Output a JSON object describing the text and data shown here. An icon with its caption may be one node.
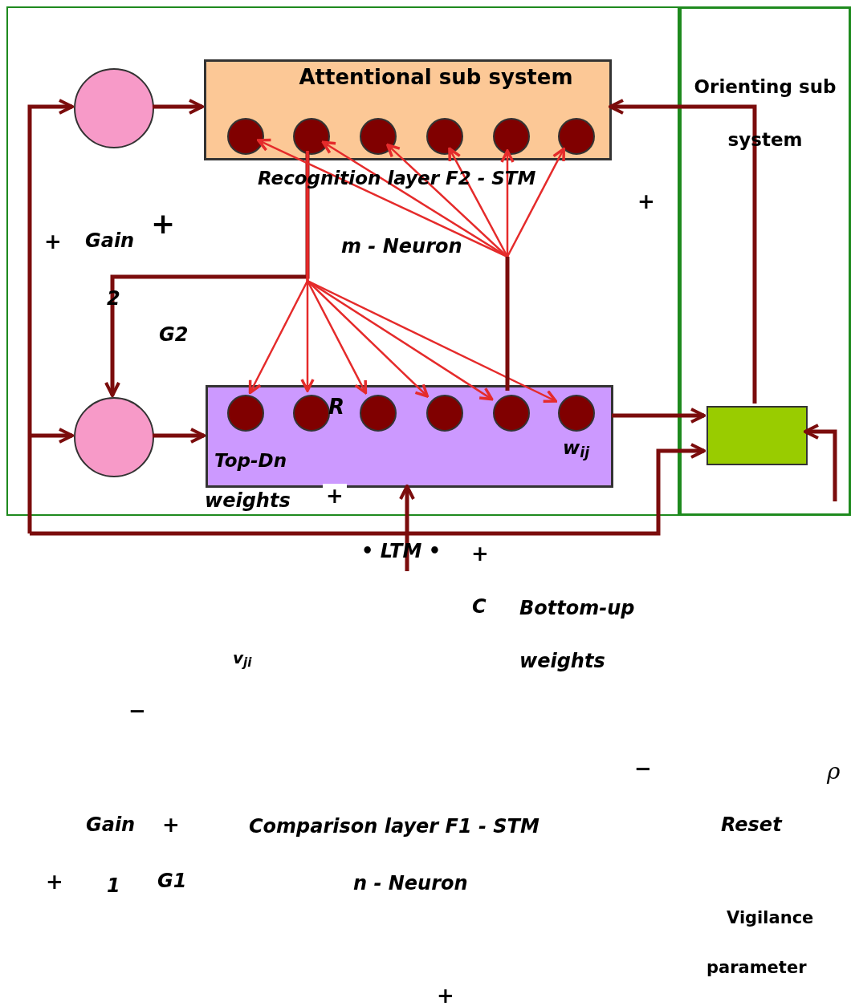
{
  "diagram": {
    "nodes": [
      {
        "text": [],
        "shape": "box"
      },
      {
        "text": [],
        "shape": "circle",
        "in": 0
      },
      {
        "text": [
          "Attentional sub system",
          "Recognition layer F2 - STM"
        ],
        "in": 0
      },
      {
        "text": [],
        "shape": "circle",
        "in": 2
      },
      {
        "text": [],
        "shape": "circle",
        "in": 2
      },
      {
        "text": [],
        "shape": "circle",
        "in": 2
      },
      {
        "text": [],
        "shape": "circle",
        "in": 2
      },
      {
        "text": [],
        "shape": "circle",
        "in": 2
      },
      {
        "text": [],
        "shape": "circle",
        "in": 2
      },
      {
        "text": [
          "Orienting sub system"
        ]
      },
      {
        "text": [],
        "shape": "circle",
        "in": 0
      },
      {
        "text": [
          "Top-Dn",
          "R",
          "w$_{ij}$"
        ],
        "in": 0
      },
      {
        "text": [],
        "shape": "circle",
        "in": 11
      },
      {
        "text": [],
        "shape": "circle",
        "in": 11
      },
      {
        "text": [],
        "shape": "circle",
        "in": 11
      },
      {
        "text": [],
        "shape": "circle",
        "in": 11
      },
      {
        "text": [],
        "shape": "circle",
        "in": 11
      },
      {
        "text": [],
        "shape": "circle",
        "in": 11
      },
      {
        "text": [],
        "shape": "box",
        "in": 9
      }
    ],
    "edges": [
      {
        "from": null,
        "to": 1,
        "arrow": "to",
        "style": "thick",
        "color": "#7b0c0c"
      },
      {
        "from": null,
        "to": 10,
        "arrow": "to",
        "style": "thick",
        "color": "#7b0c0c"
      },
      {
        "from": null,
        "to": 11,
        "arrow": "to",
        "style": "thick",
        "color": "#7b0c0c"
      },
      {
        "from": null,
        "to": 18,
        "arrow": "to",
        "style": "thick",
        "color": "#7b0c0c"
      },
      {
        "from": 1,
        "to": 2,
        "arrow": "to",
        "style": "thick",
        "color": "#7b0c0c"
      },
      {
        "from": 10,
        "to": 11,
        "arrow": "to",
        "style": "thick",
        "color": "#7b0c0c"
      },
      {
        "from": 4,
        "to": 10,
        "arrow": "to",
        "style": "thick",
        "color": "#7b0c0c"
      },
      {
        "from": 4,
        "to": 12,
        "arrow": "to"
      },
      {
        "from": 4,
        "to": 13,
        "arrow": "to"
      },
      {
        "from": 4,
        "to": 14,
        "arrow": "to"
      },
      {
        "from": 4,
        "to": 15,
        "arrow": "to"
      },
      {
        "from": 4,
        "to": 16,
        "arrow": "to"
      },
      {
        "from": 4,
        "to": 17,
        "arrow": "to"
      },
      {
        "from": 16,
        "to": 3,
        "arrow": "to"
      },
      {
        "from": 16,
        "to": 4,
        "arrow": "to"
      },
      {
        "from": 16,
        "to": 5,
        "arrow": "to"
      },
      {
        "from": 16,
        "to": 6,
        "arrow": "to"
      },
      {
        "from": 16,
        "to": 7,
        "arrow": "to"
      },
      {
        "from": 16,
        "to": 8,
        "arrow": "to"
      },
      {
        "from": 11,
        "to": 18,
        "arrow": "to",
        "style": "thick",
        "color": "#7b0c0c"
      },
      {
        "from": 18,
        "to": 2,
        "arrow": "to",
        "style": "thick",
        "color": "#7b0c0c"
      },
      {
        "from": null,
        "to": 18,
        "arrow": "to",
        "style": "thick",
        "color": "#7b0c0c"
      }
    ],
    "labels": [
      "+",
      "+",
      "Gain",
      "+",
      "m - Neuron",
      "2",
      "G2",
      "weights",
      "+",
      "• LTM •",
      "+",
      "C",
      "Bottom-up",
      "v$_{ji}$",
      "weights",
      "−",
      "−",
      "ρ",
      "Gain",
      "+",
      "Comparison layer F1 - STM",
      "Reset",
      "+",
      "1",
      "G1",
      "n - Neuron",
      "Vigilance",
      "parameter",
      "+"
    ]
  }
}
